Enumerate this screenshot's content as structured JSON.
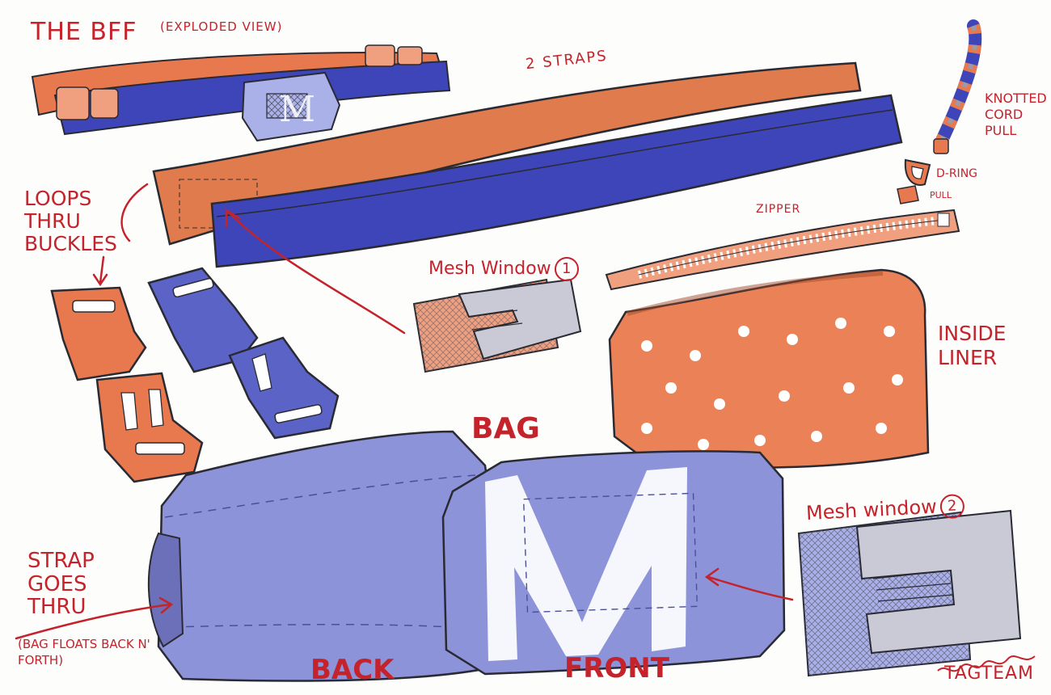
{
  "colors": {
    "ink": "#c4232b",
    "orange": "#e8794f",
    "blue": "#3e45b8",
    "lavender": "#8c93d9",
    "outline": "#2a2a33"
  },
  "labels": {
    "title": "The BFF",
    "subtitle": "(Exploded view)",
    "straps": "2 Straps",
    "knotted_cord": "Knotted Cord Pull",
    "d_ring": "D-Ring",
    "pull": "Pull",
    "zipper": "Zipper",
    "loops": "Loops Thru Buckles",
    "mesh_window_1": "Mesh Window",
    "mesh_window_1_num": "1",
    "inside_liner": "Inside Liner",
    "bag": "BAG",
    "mesh_window_2": "Mesh window",
    "mesh_window_2_num": "2",
    "strap_goes_thru": "Strap Goes Thru",
    "bag_floats": "(Bag floats back n' forth)",
    "back": "BACK",
    "front": "FRONT",
    "signature": "TagTeam"
  }
}
